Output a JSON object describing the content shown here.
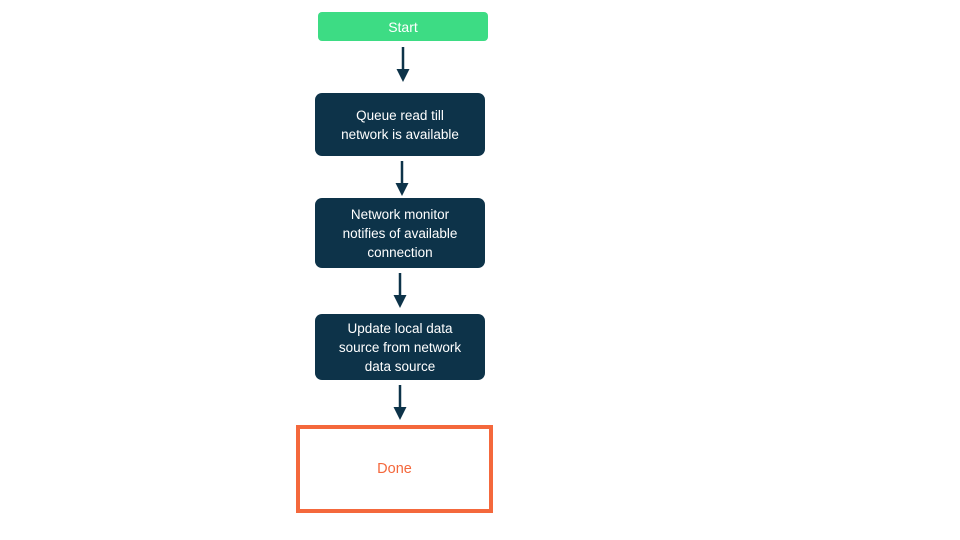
{
  "diagram": {
    "type": "flowchart",
    "direction": "top-down",
    "nodes": [
      {
        "id": "start",
        "type": "start",
        "label": "Start"
      },
      {
        "id": "queue-read",
        "type": "process",
        "label": "Queue read till\nnetwork is available"
      },
      {
        "id": "network-monitor",
        "type": "process",
        "label": "Network monitor\nnotifies of available\nconnection"
      },
      {
        "id": "update-local-data",
        "type": "process",
        "label": "Update local data\nsource from network\ndata source"
      },
      {
        "id": "done",
        "type": "end",
        "label": "Done"
      }
    ],
    "edges": [
      {
        "from": "start",
        "to": "queue-read"
      },
      {
        "from": "queue-read",
        "to": "network-monitor"
      },
      {
        "from": "network-monitor",
        "to": "update-local-data"
      },
      {
        "from": "update-local-data",
        "to": "done"
      }
    ],
    "colors": {
      "start_fill": "#3DDC84",
      "process_fill": "#0D3349",
      "arrow": "#0D3349",
      "done_border": "#F4683C",
      "done_text": "#F4683C",
      "node_text": "#FFFFFF",
      "background": "#FFFFFF"
    }
  }
}
